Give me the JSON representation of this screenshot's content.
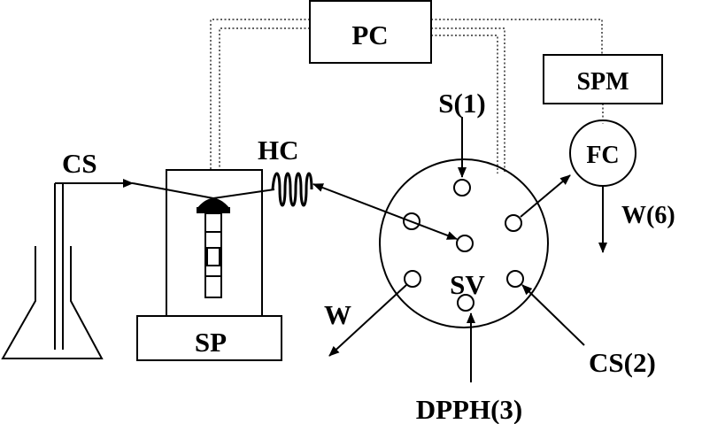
{
  "labels": {
    "pc": "PC",
    "spm": "SPM",
    "cs": "CS",
    "hc": "HC",
    "s1": "S(1)",
    "fc": "FC",
    "w6": "W(6)",
    "sv": "SV",
    "sp": "SP",
    "w": "W",
    "cs2": "CS(2)",
    "dpph3": "DPPH(3)"
  }
}
